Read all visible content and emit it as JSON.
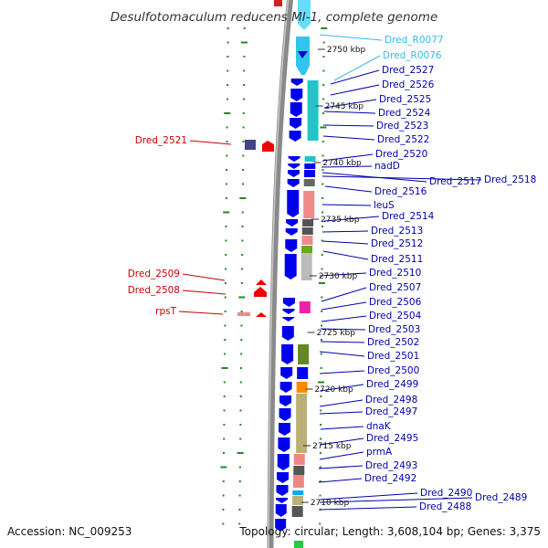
{
  "title": "Desulfotomaculum reducens MI-1, complete genome",
  "footer": {
    "accession": "Accession: NC_009253",
    "topology": "Topology: circular; Length: 3,608,104 bp; Genes: 3,375"
  },
  "colors": {
    "cds_forward": "#0000ee",
    "cds_reverse": "#ee0000",
    "rna": "#33ccff",
    "backbone": "#888888",
    "tick_dots": "#228822",
    "label_forward": "#0000aa",
    "label_reverse": "#cc0000",
    "label_rna": "#33bbee"
  },
  "ticks": [
    {
      "label": "2750 kbp"
    },
    {
      "label": "2745 kbp"
    },
    {
      "label": "2740 kbp"
    },
    {
      "label": "2735 kbp"
    },
    {
      "label": "2730 kbp"
    },
    {
      "label": "2725 kbp"
    },
    {
      "label": "2720 kbp"
    },
    {
      "label": "2715 kbp"
    },
    {
      "label": "2710 kbp"
    }
  ],
  "right_labels": [
    {
      "name": "Dred_R0077",
      "type": "rna"
    },
    {
      "name": "Dred_R0076",
      "type": "rna"
    },
    {
      "name": "Dred_2527",
      "type": "forward"
    },
    {
      "name": "Dred_2526",
      "type": "forward"
    },
    {
      "name": "Dred_2525",
      "type": "forward"
    },
    {
      "name": "Dred_2524",
      "type": "forward"
    },
    {
      "name": "Dred_2523",
      "type": "forward"
    },
    {
      "name": "Dred_2522",
      "type": "forward"
    },
    {
      "name": "Dred_2520",
      "type": "forward"
    },
    {
      "name": "nadD",
      "type": "forward"
    },
    {
      "name": "Dred_2517",
      "type": "forward"
    },
    {
      "name": "Dred_2518",
      "type": "forward"
    },
    {
      "name": "Dred_2516",
      "type": "forward"
    },
    {
      "name": "leuS",
      "type": "forward"
    },
    {
      "name": "Dred_2514",
      "type": "forward"
    },
    {
      "name": "Dred_2513",
      "type": "forward"
    },
    {
      "name": "Dred_2512",
      "type": "forward"
    },
    {
      "name": "Dred_2511",
      "type": "forward"
    },
    {
      "name": "Dred_2510",
      "type": "forward"
    },
    {
      "name": "Dred_2507",
      "type": "forward"
    },
    {
      "name": "Dred_2506",
      "type": "forward"
    },
    {
      "name": "Dred_2504",
      "type": "forward"
    },
    {
      "name": "Dred_2503",
      "type": "forward"
    },
    {
      "name": "Dred_2502",
      "type": "forward"
    },
    {
      "name": "Dred_2501",
      "type": "forward"
    },
    {
      "name": "Dred_2500",
      "type": "forward"
    },
    {
      "name": "Dred_2499",
      "type": "forward"
    },
    {
      "name": "Dred_2498",
      "type": "forward"
    },
    {
      "name": "Dred_2497",
      "type": "forward"
    },
    {
      "name": "dnaK",
      "type": "forward"
    },
    {
      "name": "Dred_2495",
      "type": "forward"
    },
    {
      "name": "prmA",
      "type": "forward"
    },
    {
      "name": "Dred_2493",
      "type": "forward"
    },
    {
      "name": "Dred_2492",
      "type": "forward"
    },
    {
      "name": "Dred_2490",
      "type": "forward"
    },
    {
      "name": "Dred_2489",
      "type": "forward"
    },
    {
      "name": "Dred_2488",
      "type": "forward"
    }
  ],
  "left_labels": [
    {
      "name": "Dred_2521",
      "type": "reverse"
    },
    {
      "name": "Dred_2509",
      "type": "reverse"
    },
    {
      "name": "Dred_2508",
      "type": "reverse"
    },
    {
      "name": "rpsT",
      "type": "reverse"
    }
  ]
}
